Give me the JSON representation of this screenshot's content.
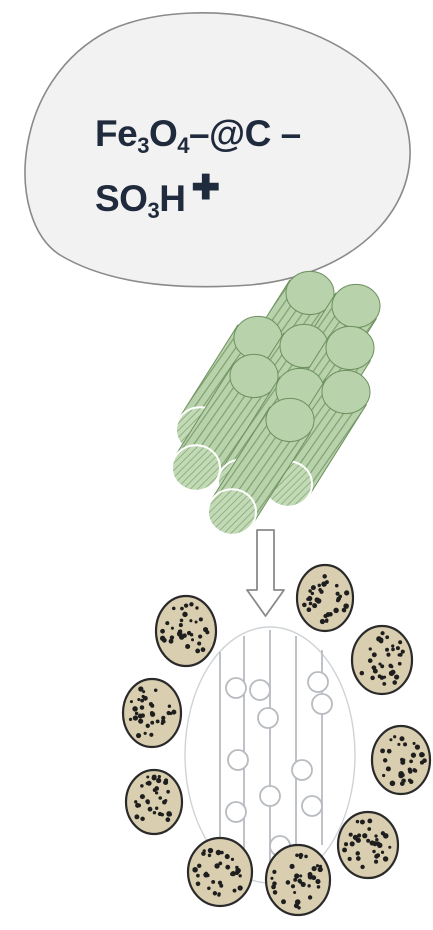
{
  "label": {
    "line1": {
      "a": "Fe",
      "s1": "3",
      "b": "O",
      "s2": "4",
      "c": "–@C –"
    },
    "line2": {
      "a": "SO",
      "s1": "3",
      "b": "H",
      "plus": "✚"
    }
  },
  "colors": {
    "bubble_fill": "#f2f2f2",
    "bubble_stroke": "#8a8a8a",
    "fiber_fill": "#a7c59a",
    "fiber_dark": "#6e9160",
    "nanoparticle_fill": "#d9ceb0",
    "nanoparticle_dot": "#1e1e1e",
    "carrier_lines": "#b8bcc0",
    "arrow": "#8a8a8a"
  },
  "icons": {
    "bundle": "carbon-fiber-bundle-icon",
    "arrow": "down-arrow-icon",
    "particle": "magnetic-nanoparticle-icon"
  }
}
